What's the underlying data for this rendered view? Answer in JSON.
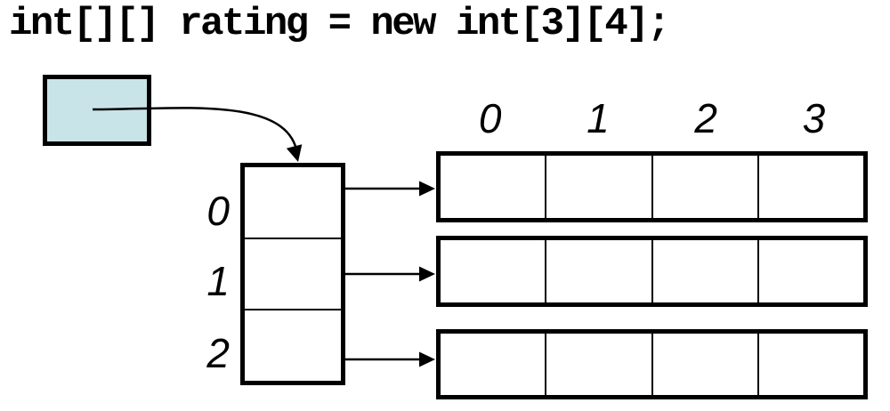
{
  "title": {
    "code": "int[][] rating = new int[3][4];"
  },
  "diagram": {
    "reference_box": {
      "fill_color": "#c8e4e9",
      "border_color": "#000000"
    },
    "outer_array": {
      "length": 3,
      "index_labels": [
        "0",
        "1",
        "2"
      ]
    },
    "inner_arrays": {
      "count": 3,
      "length": 4,
      "column_index_labels": [
        "0",
        "1",
        "2",
        "3"
      ]
    },
    "colors": {
      "stroke": "#000000",
      "cell_fill": "#ffffff",
      "background": "#ffffff"
    }
  }
}
